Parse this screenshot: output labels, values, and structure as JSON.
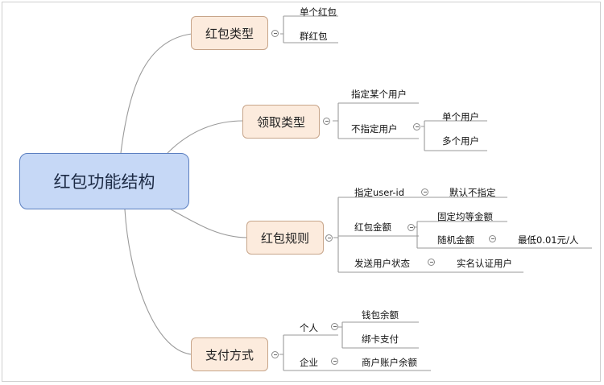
{
  "root": {
    "label": "红包功能结构"
  },
  "branches": {
    "type": {
      "label": "红包类型",
      "children": {
        "single": "单个红包",
        "group": "群红包"
      }
    },
    "claim": {
      "label": "领取类型",
      "children": {
        "specific": "指定某个用户",
        "unspecified": "不指定用户",
        "single_user": "单个用户",
        "multi_user": "多个用户"
      }
    },
    "rules": {
      "label": "红包规则",
      "children": {
        "userid": "指定user-id",
        "default": "默认不指定",
        "amount": "红包金额",
        "fixed": "固定均等金额",
        "random": "随机金额",
        "min": "最低0.01元/人",
        "send_status": "发送用户状态",
        "realname": "实名认证用户"
      }
    },
    "pay": {
      "label": "支付方式",
      "children": {
        "personal": "个人",
        "wallet": "钱包余额",
        "card": "绑卡支付",
        "enterprise": "企业",
        "merchant": "商户账户余额"
      }
    }
  },
  "colors": {
    "root_fill": "#c6d8f6",
    "root_border": "#5b7fc0",
    "branch_fill": "#fcebdd",
    "branch_border": "#c7a58a",
    "line": "#9a9a9a"
  },
  "icons": {
    "collapse": "collapse-toggle-icon"
  }
}
